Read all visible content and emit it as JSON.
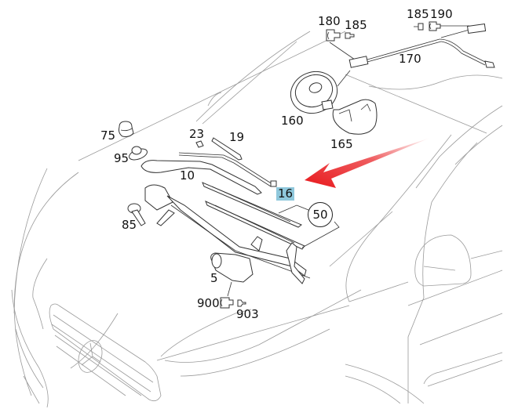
{
  "diagram": {
    "title": "Windshield wiper system parts diagram",
    "highlight_color": "#8fc8dc",
    "arrow_color": "#e8181c",
    "highlighted_part": "16",
    "labels": {
      "p180": "180",
      "p185a": "185",
      "p185b": "185",
      "p190": "190",
      "p170": "170",
      "p160": "160",
      "p165": "165",
      "p75": "75",
      "p95": "95",
      "p23": "23",
      "p19": "19",
      "p10": "10",
      "p16": "16",
      "p50": "50",
      "p85": "85",
      "p5": "5",
      "p900": "900",
      "p903": "903"
    }
  }
}
